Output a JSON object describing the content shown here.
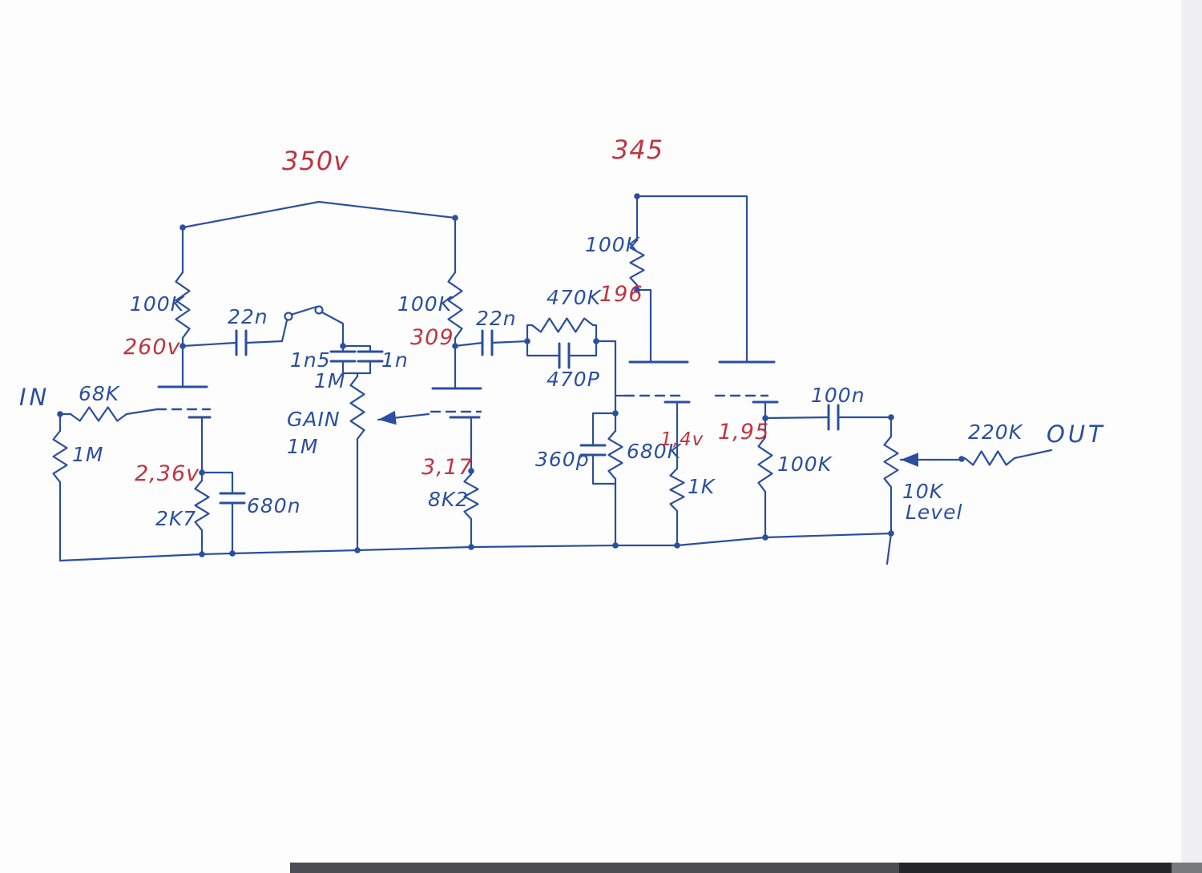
{
  "colors": {
    "ink": "#2b4f9e",
    "red": "#bf3540",
    "paper": "#fdfdfe"
  },
  "voltages": {
    "supply_main": "350v",
    "supply_second": "345",
    "plate1": "260v",
    "plate2": "309",
    "plate3": "196",
    "cathode1": "2,36v",
    "cathode2": "3,17",
    "cathode3": "1,4v",
    "cathode4": "1,95"
  },
  "components": {
    "input": "IN",
    "r_series_in": "68K",
    "r_grid_in": "1M",
    "r_plate1": "100K",
    "c_couple1": "22n",
    "c_bright_a": "1n5",
    "r_mid": "1M",
    "c_bright_b": "1n",
    "pot_gain_name": "GAIN",
    "pot_gain_value": "1M",
    "r_cathode1": "2K7",
    "c_bypass1": "680n",
    "r_plate2": "100K",
    "c_couple2": "22n",
    "r_parallel": "470K",
    "c_parallel": "470P",
    "r_cathode2": "8K2",
    "r_plate3": "100K",
    "c_grid3": "360p",
    "r_grid3": "680K",
    "r_cathode3": "1K",
    "r_cathode4": "100K",
    "c_out": "100n",
    "r_out": "220K",
    "output": "OUT",
    "pot_level_value": "10K",
    "pot_level_name": "Level"
  }
}
